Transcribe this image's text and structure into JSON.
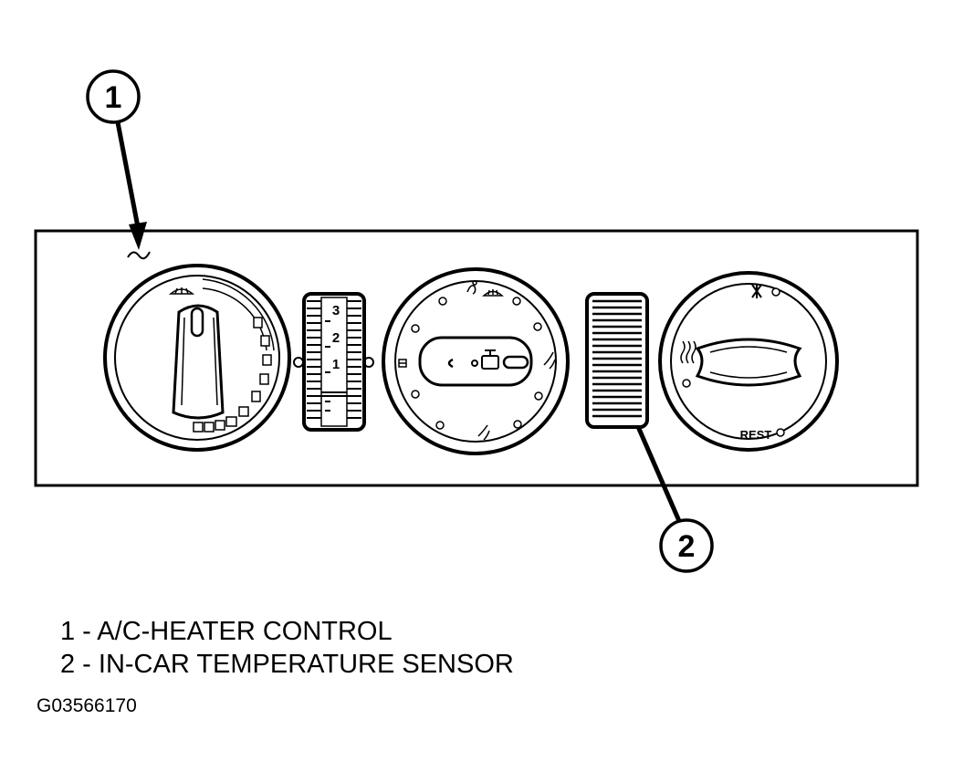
{
  "callouts": [
    {
      "number": "1"
    },
    {
      "number": "2"
    }
  ],
  "fan_scale": {
    "labels": [
      "3",
      "2",
      "1"
    ]
  },
  "mode_knob": {
    "label": "REST"
  },
  "legend": [
    "1 - A/C-HEATER CONTROL",
    "2 - IN-CAR TEMPERATURE SENSOR"
  ],
  "figure_id": "G03566170",
  "icons": [
    "defrost-icon",
    "floor-vent-icon",
    "panel-vent-icon",
    "snowflake-icon",
    "rear-defrost-icon"
  ]
}
